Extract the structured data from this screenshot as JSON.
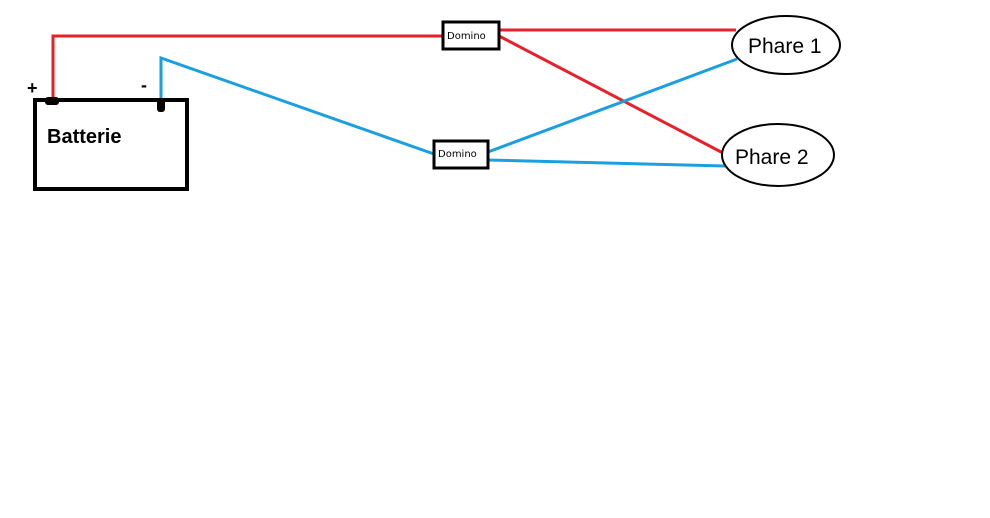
{
  "diagram": {
    "colors": {
      "positive_wire": "#e8202a",
      "negative_wire": "#1aa0e0",
      "outline": "#000000",
      "background": "#ffffff"
    },
    "battery": {
      "label": "Batterie",
      "plus_label": "+",
      "minus_label": "-"
    },
    "domino_top": {
      "label": "Domino"
    },
    "domino_bottom": {
      "label": "Domino"
    },
    "phare_1": {
      "label": "Phare 1"
    },
    "phare_2": {
      "label": "Phare 2"
    }
  }
}
